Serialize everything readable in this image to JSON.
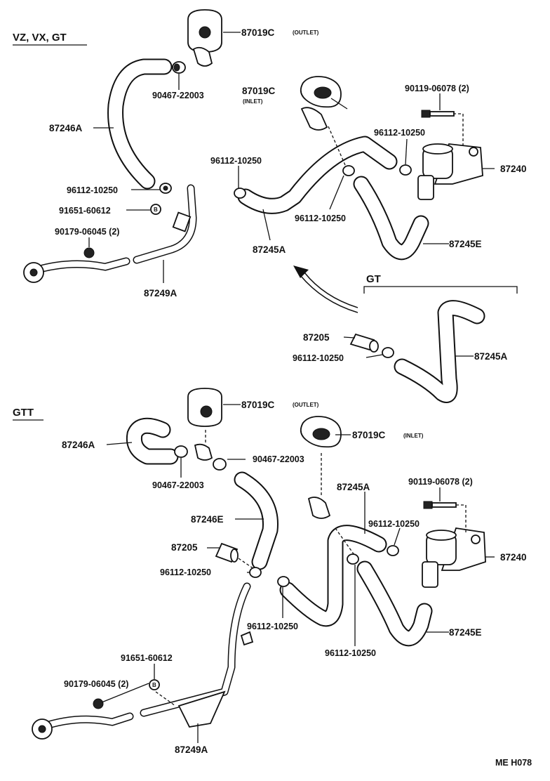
{
  "sections": {
    "top": "VZ, VX, GT",
    "gt": "GT",
    "bottom": "GTT"
  },
  "labels": {
    "t_87019c_outlet": "87019C",
    "t_outlet_note": "(OUTLET)",
    "t_90467": "90467-22003",
    "t_87019c_inlet": "87019C",
    "t_inlet_note": "(INLET)",
    "t_90119": "90119-06078 (2)",
    "t_87246a": "87246A",
    "t_96112_a": "96112-10250",
    "t_96112_b": "96112-10250",
    "t_96112_c": "96112-10250",
    "t_96112_d": "96112-10250",
    "t_87240": "87240",
    "t_91651": "91651-60612",
    "t_90179": "90179-06045 (2)",
    "t_87245a": "87245A",
    "t_87245e": "87245E",
    "t_87249a": "87249A",
    "gt_87205": "87205",
    "gt_96112": "96112-10250",
    "gt_87245a": "87245A",
    "b_87019c_outlet": "87019C",
    "b_outlet_note": "(OUTLET)",
    "b_87246a": "87246A",
    "b_87019c_inlet": "87019C",
    "b_inlet_note": "(INLET)",
    "b_90467_a": "90467-22003",
    "b_90467_b": "90467-22003",
    "b_87245a": "87245A",
    "b_90119": "90119-06078 (2)",
    "b_87246e": "87246E",
    "b_96112_a": "96112-10250",
    "b_87205": "87205",
    "b_87240": "87240",
    "b_96112_b": "96112-10250",
    "b_96112_c": "96112-10250",
    "b_87245e": "87245E",
    "b_96112_d": "96112-10250",
    "b_91651": "91651-60612",
    "b_90179": "90179-06045 (2)",
    "b_87249a": "87249A"
  },
  "drawing_code": "ME H078"
}
